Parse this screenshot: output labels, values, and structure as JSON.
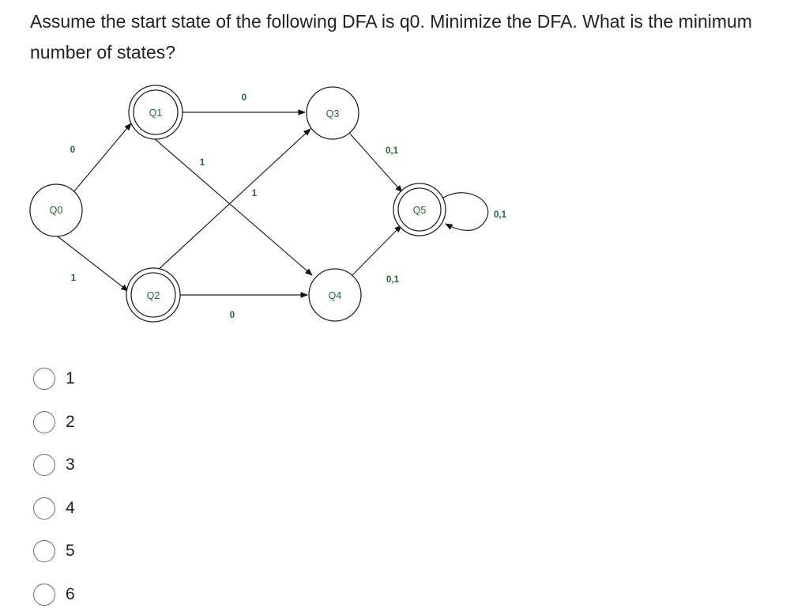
{
  "question": {
    "text": "Assume the start state of the following DFA is q0. Minimize the DFA. What is the minimum number of states?"
  },
  "diagram": {
    "states": {
      "q0": "Q0",
      "q1": "Q1",
      "q2": "Q2",
      "q3": "Q3",
      "q4": "Q4",
      "q5": "Q5"
    },
    "accepting_states": [
      "Q1",
      "Q2",
      "Q5"
    ],
    "transitions": [
      {
        "from": "Q0",
        "to": "Q1",
        "label": "0"
      },
      {
        "from": "Q0",
        "to": "Q2",
        "label": "1"
      },
      {
        "from": "Q1",
        "to": "Q3",
        "label": "0"
      },
      {
        "from": "Q1",
        "to": "Q4",
        "label": "1"
      },
      {
        "from": "Q2",
        "to": "Q3",
        "label": "1"
      },
      {
        "from": "Q2",
        "to": "Q4",
        "label": "0"
      },
      {
        "from": "Q3",
        "to": "Q5",
        "label": "0,1"
      },
      {
        "from": "Q4",
        "to": "Q5",
        "label": "0,1"
      },
      {
        "from": "Q5",
        "to": "Q5",
        "label": "0,1"
      }
    ],
    "colors": {
      "state_label": "#1e6b2e",
      "edge_label": "#1e6b2e",
      "stroke": "#222222"
    }
  },
  "options": [
    {
      "label": "1"
    },
    {
      "label": "2"
    },
    {
      "label": "3"
    },
    {
      "label": "4"
    },
    {
      "label": "5"
    },
    {
      "label": "6"
    }
  ]
}
